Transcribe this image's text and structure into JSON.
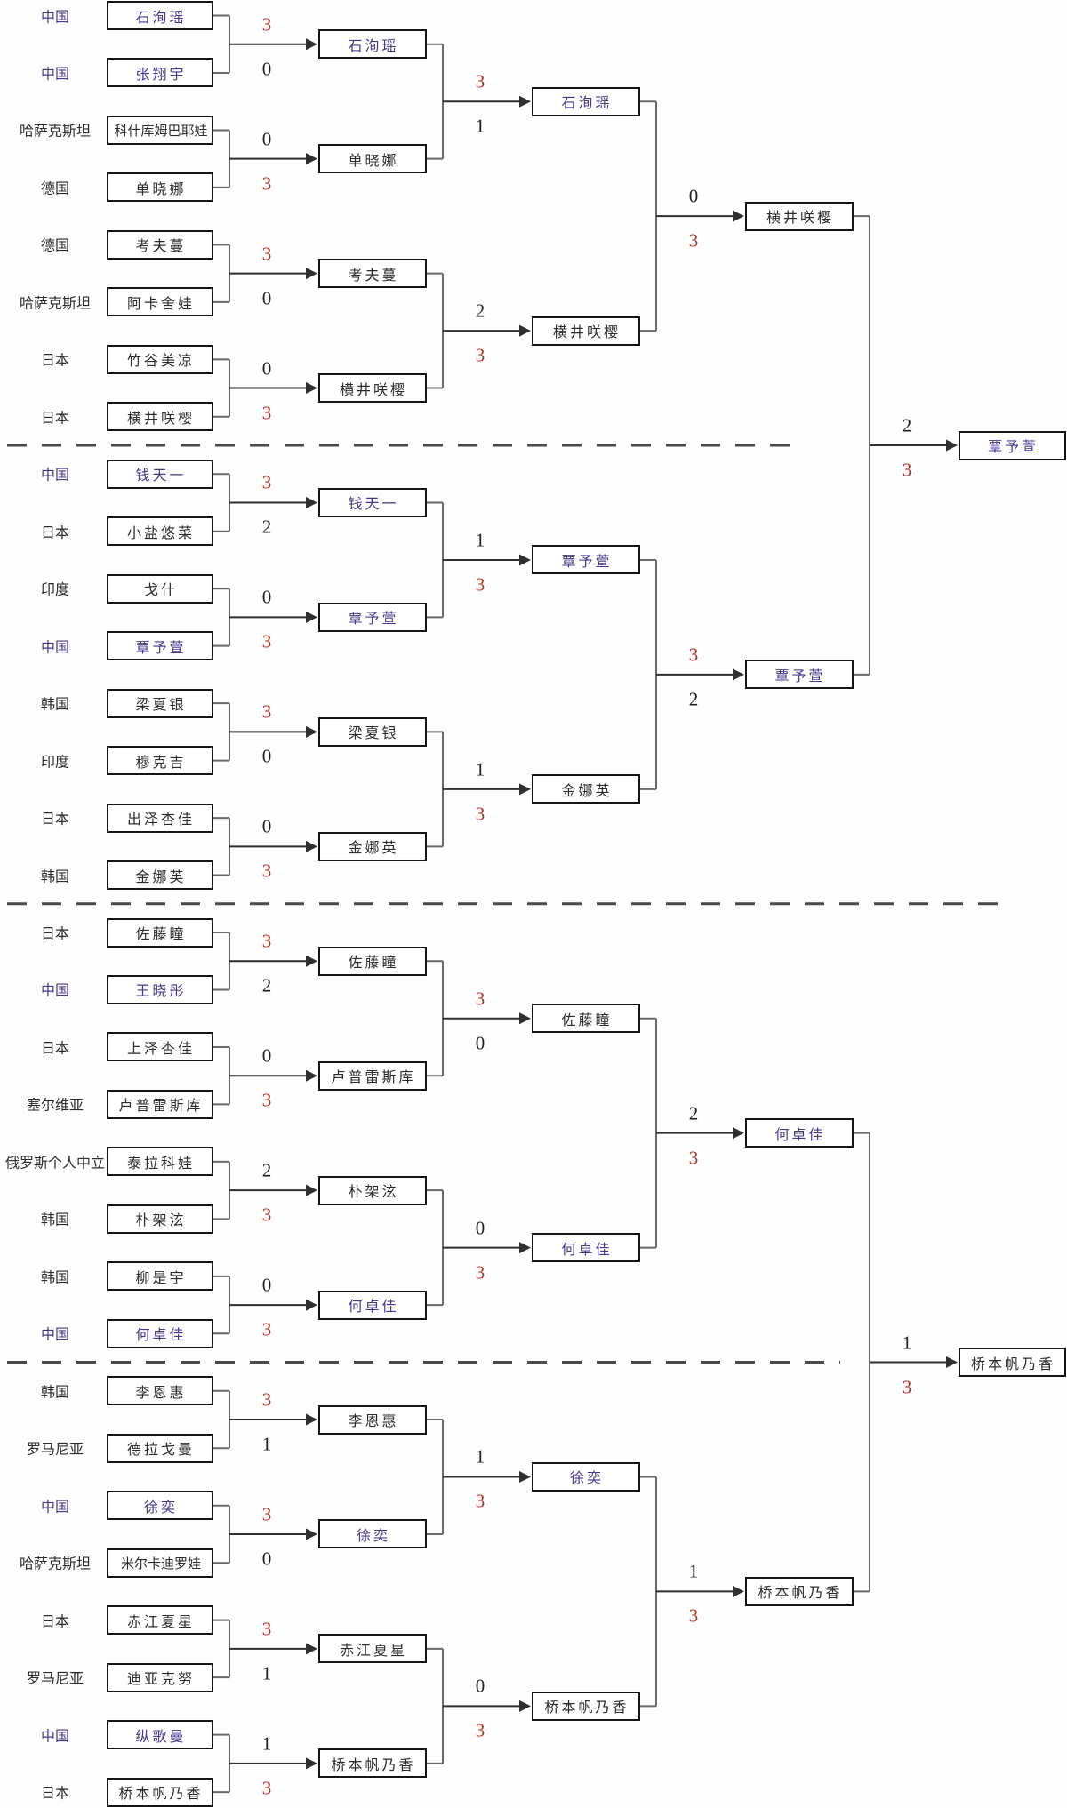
{
  "colors": {
    "chinese_accent": "#433a8c",
    "winning_score_red": "#a93226",
    "text_black": "#2b2b2b",
    "connector_gray": "#6a6a6a",
    "arrow_black": "#2f2f2f"
  },
  "bracket": {
    "entries": [
      {
        "country": "中国",
        "player": "石洵瑶",
        "cn": true
      },
      {
        "country": "中国",
        "player": "张翔宇",
        "cn": true
      },
      {
        "country": "哈萨克斯坦",
        "player": "科什库姆巴耶娃",
        "cn": false
      },
      {
        "country": "德国",
        "player": "单晓娜",
        "cn": false
      },
      {
        "country": "德国",
        "player": "考夫蔓",
        "cn": false
      },
      {
        "country": "哈萨克斯坦",
        "player": "阿卡舍娃",
        "cn": false
      },
      {
        "country": "日本",
        "player": "竹谷美凉",
        "cn": false
      },
      {
        "country": "日本",
        "player": "横井咲樱",
        "cn": false
      },
      {
        "country": "中国",
        "player": "钱天一",
        "cn": true
      },
      {
        "country": "日本",
        "player": "小盐悠菜",
        "cn": false
      },
      {
        "country": "印度",
        "player": "戈什",
        "cn": false
      },
      {
        "country": "中国",
        "player": "覃予萱",
        "cn": true
      },
      {
        "country": "韩国",
        "player": "梁夏银",
        "cn": false
      },
      {
        "country": "印度",
        "player": "穆克吉",
        "cn": false
      },
      {
        "country": "日本",
        "player": "出泽杏佳",
        "cn": false
      },
      {
        "country": "韩国",
        "player": "金娜英",
        "cn": false
      },
      {
        "country": "日本",
        "player": "佐藤瞳",
        "cn": false
      },
      {
        "country": "中国",
        "player": "王晓彤",
        "cn": true
      },
      {
        "country": "日本",
        "player": "上泽杏佳",
        "cn": false
      },
      {
        "country": "塞尔维亚",
        "player": "卢普雷斯库",
        "cn": false
      },
      {
        "country": "俄罗斯个人中立",
        "player": "泰拉科娃",
        "cn": false
      },
      {
        "country": "韩国",
        "player": "朴架泫",
        "cn": false
      },
      {
        "country": "韩国",
        "player": "柳是宇",
        "cn": false
      },
      {
        "country": "中国",
        "player": "何卓佳",
        "cn": true
      },
      {
        "country": "韩国",
        "player": "李恩惠",
        "cn": false
      },
      {
        "country": "罗马尼亚",
        "player": "德拉戈曼",
        "cn": false
      },
      {
        "country": "中国",
        "player": "徐奕",
        "cn": true
      },
      {
        "country": "哈萨克斯坦",
        "player": "米尔卡迪罗娃",
        "cn": false
      },
      {
        "country": "日本",
        "player": "赤江夏星",
        "cn": false
      },
      {
        "country": "罗马尼亚",
        "player": "迪亚克努",
        "cn": false
      },
      {
        "country": "中国",
        "player": "纵歌曼",
        "cn": true
      },
      {
        "country": "日本",
        "player": "桥本帆乃香",
        "cn": false
      }
    ],
    "round_of_32": [
      {
        "winner": "石洵瑶",
        "cn": true,
        "score_top": "3",
        "score_bottom": "0"
      },
      {
        "winner": "单晓娜",
        "cn": false,
        "score_top": "0",
        "score_bottom": "3"
      },
      {
        "winner": "考夫蔓",
        "cn": false,
        "score_top": "3",
        "score_bottom": "0"
      },
      {
        "winner": "横井咲樱",
        "cn": false,
        "score_top": "0",
        "score_bottom": "3"
      },
      {
        "winner": "钱天一",
        "cn": true,
        "score_top": "3",
        "score_bottom": "2"
      },
      {
        "winner": "覃予萱",
        "cn": true,
        "score_top": "0",
        "score_bottom": "3"
      },
      {
        "winner": "梁夏银",
        "cn": false,
        "score_top": "3",
        "score_bottom": "0"
      },
      {
        "winner": "金娜英",
        "cn": false,
        "score_top": "0",
        "score_bottom": "3"
      },
      {
        "winner": "佐藤瞳",
        "cn": false,
        "score_top": "3",
        "score_bottom": "2"
      },
      {
        "winner": "卢普雷斯库",
        "cn": false,
        "score_top": "0",
        "score_bottom": "3"
      },
      {
        "winner": "朴架泫",
        "cn": false,
        "score_top": "2",
        "score_bottom": "3"
      },
      {
        "winner": "何卓佳",
        "cn": true,
        "score_top": "0",
        "score_bottom": "3"
      },
      {
        "winner": "李恩惠",
        "cn": false,
        "score_top": "3",
        "score_bottom": "1"
      },
      {
        "winner": "徐奕",
        "cn": true,
        "score_top": "3",
        "score_bottom": "0"
      },
      {
        "winner": "赤江夏星",
        "cn": false,
        "score_top": "3",
        "score_bottom": "1"
      },
      {
        "winner": "桥本帆乃香",
        "cn": false,
        "score_top": "1",
        "score_bottom": "3"
      }
    ],
    "round_of_16": [
      {
        "winner": "石洵瑶",
        "cn": true,
        "score_top": "3",
        "score_bottom": "1"
      },
      {
        "winner": "横井咲樱",
        "cn": false,
        "score_top": "2",
        "score_bottom": "3"
      },
      {
        "winner": "覃予萱",
        "cn": true,
        "score_top": "1",
        "score_bottom": "3"
      },
      {
        "winner": "金娜英",
        "cn": false,
        "score_top": "1",
        "score_bottom": "3"
      },
      {
        "winner": "佐藤瞳",
        "cn": false,
        "score_top": "3",
        "score_bottom": "0"
      },
      {
        "winner": "何卓佳",
        "cn": true,
        "score_top": "0",
        "score_bottom": "3"
      },
      {
        "winner": "徐奕",
        "cn": true,
        "score_top": "1",
        "score_bottom": "3"
      },
      {
        "winner": "桥本帆乃香",
        "cn": false,
        "score_top": "0",
        "score_bottom": "3"
      }
    ],
    "quarterfinals": [
      {
        "winner": "横井咲樱",
        "cn": false,
        "score_top": "0",
        "score_bottom": "3"
      },
      {
        "winner": "覃予萱",
        "cn": true,
        "score_top": "3",
        "score_bottom": "2"
      },
      {
        "winner": "何卓佳",
        "cn": true,
        "score_top": "2",
        "score_bottom": "3"
      },
      {
        "winner": "桥本帆乃香",
        "cn": false,
        "score_top": "1",
        "score_bottom": "3"
      }
    ],
    "semifinals": [
      {
        "winner": "覃予萱",
        "cn": true,
        "score_top": "2",
        "score_bottom": "3"
      },
      {
        "winner": "桥本帆乃香",
        "cn": false,
        "score_top": "1",
        "score_bottom": "3"
      }
    ]
  }
}
